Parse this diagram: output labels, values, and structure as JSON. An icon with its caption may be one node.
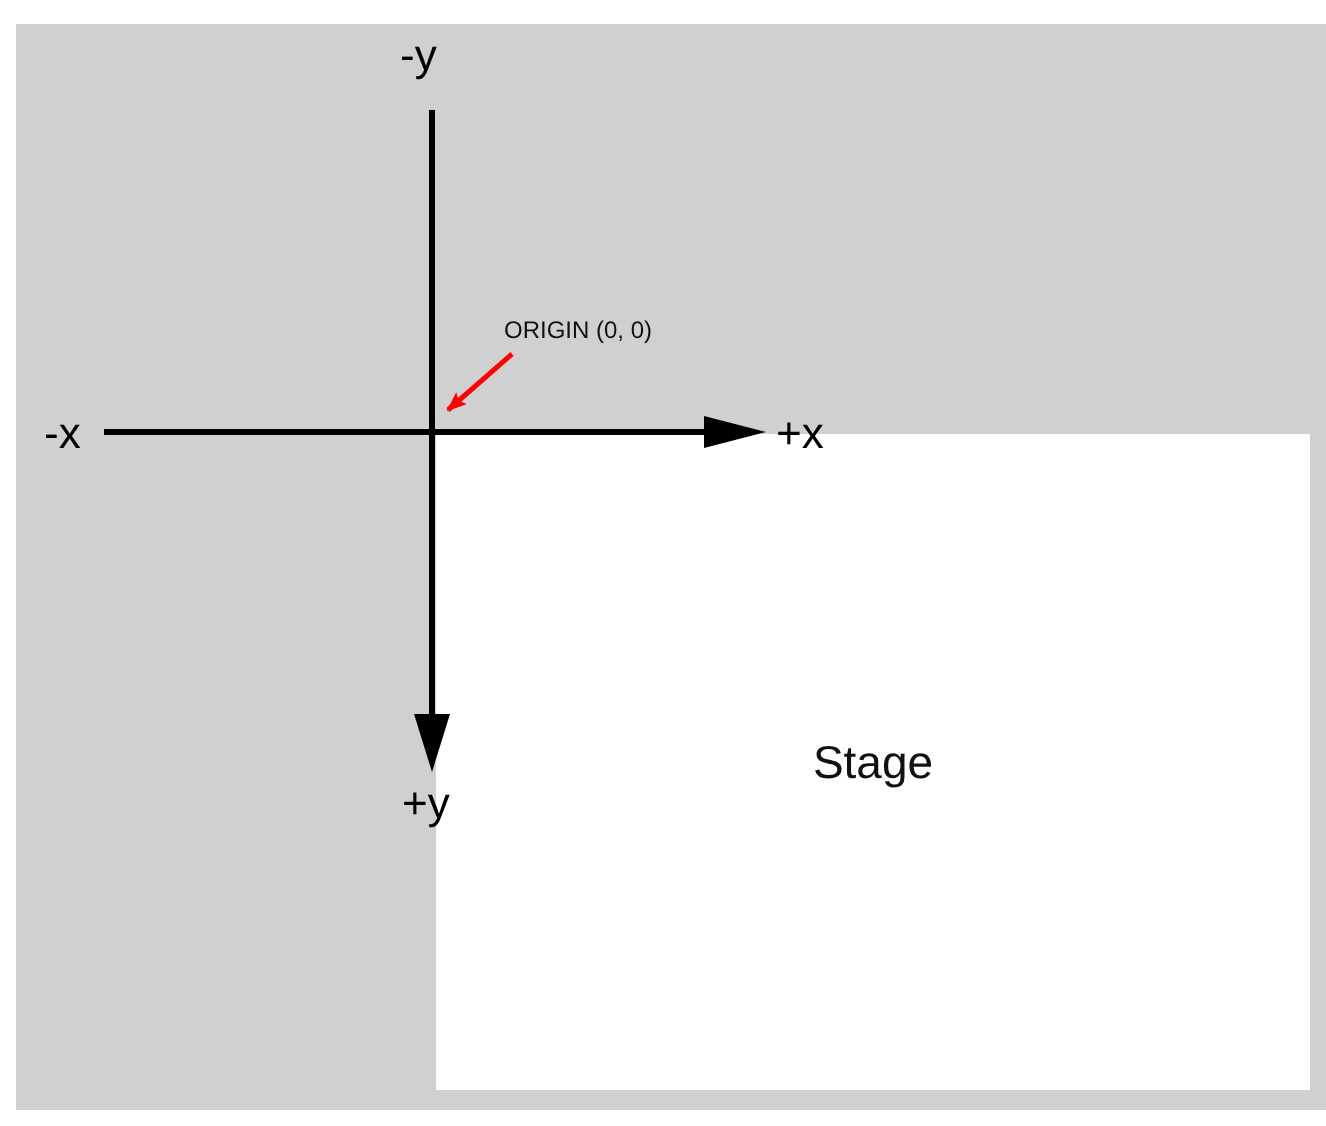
{
  "diagram": {
    "nodes": [
      {
        "text": [
          "Stage"
        ]
      },
      {
        "text": [
          "ORIGIN (0, 0)"
        ]
      }
    ],
    "edges": [
      {
        "from": 1,
        "to": 0,
        "arrow": "to",
        "color": "#ff0000"
      }
    ],
    "labels": [
      "-y",
      "-x",
      "+x",
      "+y"
    ]
  }
}
